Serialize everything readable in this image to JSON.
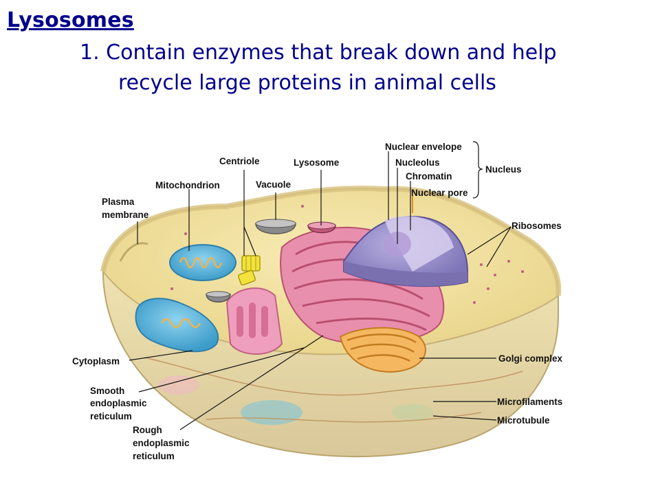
{
  "slide": {
    "title": "Lysosomes",
    "point_number": "1.",
    "point_line1": "Contain enzymes that break down and help",
    "point_line2": "recycle large proteins in animal cells",
    "text_color": "#00008b"
  },
  "diagram": {
    "labels": {
      "centriole": "Centriole",
      "lysosome": "Lysosome",
      "nuclear_envelope": "Nuclear envelope",
      "nucleolus": "Nucleolus",
      "chromatin": "Chromatin",
      "nuclear_pore": "Nuclear pore",
      "nucleus": "Nucleus",
      "mitochondrion": "Mitochondrion",
      "vacuole": "Vacuole",
      "plasma": "Plasma",
      "membrane": "membrane",
      "ribosomes": "Ribosomes",
      "cytoplasm": "Cytoplasm",
      "smooth": "Smooth",
      "smooth_er_2": "endoplasmic",
      "smooth_er_3": "reticulum",
      "golgi": "Golgi complex",
      "microfilaments": "Microfilaments",
      "microtubule": "Microtubule",
      "rough": "Rough",
      "rough_er_2": "endoplasmic",
      "rough_er_3": "reticulum"
    },
    "colors": {
      "cytoplasm": "#f3e29a",
      "membrane": "#e7d8a8",
      "nucleus": "#8f86c4",
      "nucleolus": "#c9b4e0",
      "rough_er": "#e07a9c",
      "mitochondrion": "#5fb6dc",
      "golgi": "#f0a23c",
      "centriole": "#f2e23a",
      "vacuole": "#9a9a9a"
    }
  }
}
